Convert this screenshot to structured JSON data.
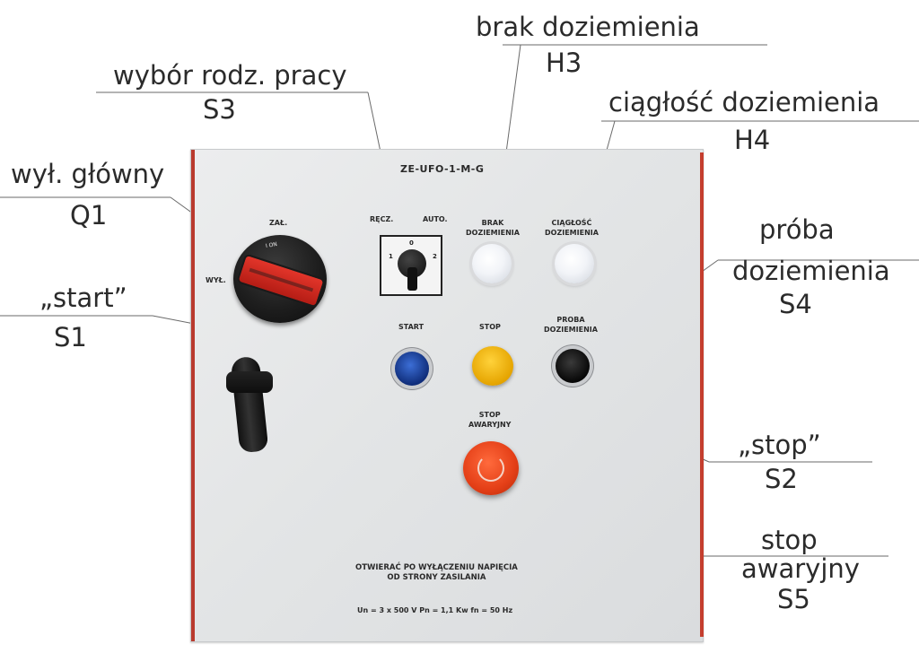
{
  "callouts": {
    "h3": {
      "name": "brak doziemienia",
      "code": "H3"
    },
    "s3": {
      "name": "wybór rodz. pracy",
      "code": "S3"
    },
    "h4": {
      "name": "ciągłość doziemienia",
      "code": "H4"
    },
    "q1": {
      "name": "wył. główny",
      "code": "Q1"
    },
    "s4": {
      "name_line1": "próba",
      "name_line2": "doziemienia",
      "code": "S4"
    },
    "s1": {
      "name": "„start”",
      "code": "S1"
    },
    "s2": {
      "name": "„stop”",
      "code": "S2"
    },
    "s5": {
      "name_line1": "stop",
      "name_line2": "awaryjny",
      "code": "S5"
    }
  },
  "panel": {
    "model": "ZE-UFO-1-M-G",
    "zal": "ZAŁ.",
    "wyl": "WYŁ.",
    "recz": "RĘCZ.",
    "auto": "AUTO.",
    "pos0": "0",
    "pos1": "1",
    "pos2": "2",
    "brak_line1": "BRAK",
    "brak_line2": "DOZIEMIENIA",
    "ciaglosc_line1": "CIĄGŁOŚĆ",
    "ciaglosc_line2": "DOZIEMIENIA",
    "start": "START",
    "stop": "STOP",
    "proba_line1": "PROBA",
    "proba_line2": "DOZIEMIENIA",
    "estop_line1": "STOP",
    "estop_line2": "AWARYJNY",
    "warning_line1": "OTWIERAĆ PO WYŁĄCZENIU NAPIĘCIA",
    "warning_line2": "OD STRONY ZASILANIA",
    "rating": "Un = 3 x 500 V   Pn = 1,1 Kw   fn = 50 Hz",
    "switch_mark": "I ON"
  },
  "colors": {
    "panel": "#e4e6e7",
    "panel_edge": "#c43e2e",
    "start_button": "#1f4fb0",
    "stop_button": "#f2b705",
    "estop_button": "#e43f17",
    "switch_handle": "#d42a20",
    "lamp": "#f2f4f8"
  }
}
